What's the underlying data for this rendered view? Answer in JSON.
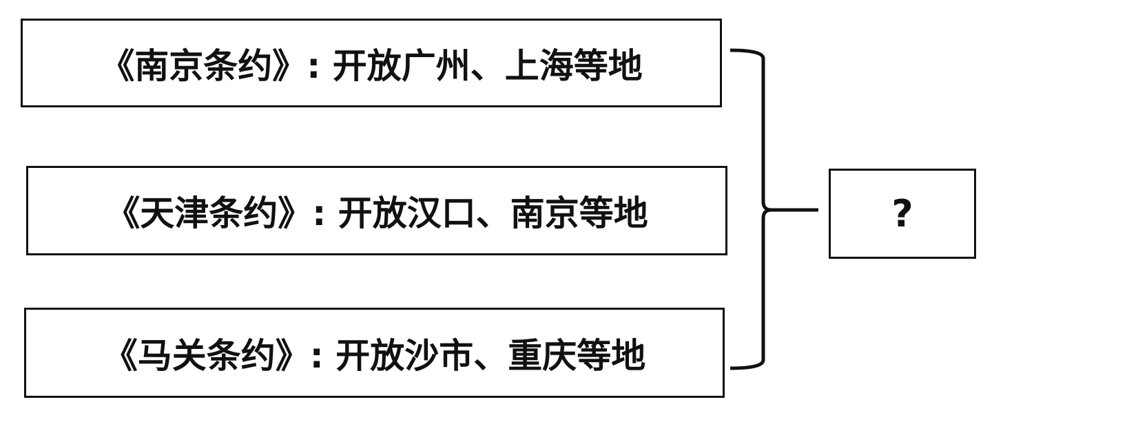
{
  "treaties": [
    {
      "text": "《南京条约》: 开放广州、上海等地"
    },
    {
      "text": "《天津条约》: 开放汉口、南京等地"
    },
    {
      "text": "《马关条约》: 开放沙市、重庆等地"
    }
  ],
  "result": {
    "text": "?"
  }
}
